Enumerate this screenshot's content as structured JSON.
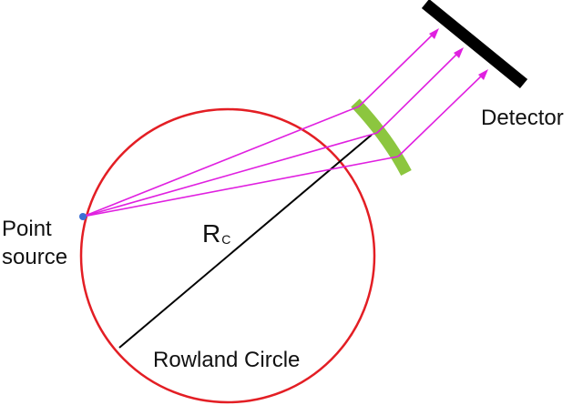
{
  "labels": {
    "detector": "Detector",
    "point_source_line1": "Point",
    "point_source_line2": "source",
    "rowland_circle": "Rowland Circle",
    "radius_symbol": "R",
    "radius_subscript": "C"
  },
  "colors": {
    "circle": "#e31e24",
    "rays": "#e020e0",
    "radius": "#000000",
    "crystal": "#8cc63f",
    "detector": "#000000",
    "source_dot": "#3b6fd4"
  }
}
